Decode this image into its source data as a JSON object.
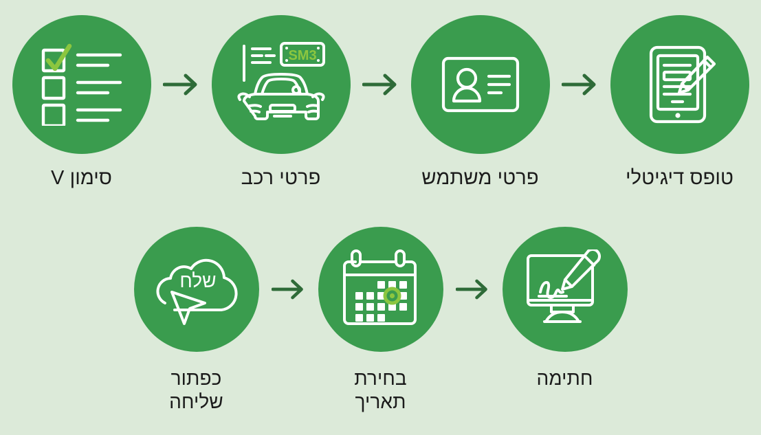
{
  "colors": {
    "background": "#dcead9",
    "circle_green": "#3a9c4e",
    "arrow_green": "#2e6b38",
    "icon_stroke": "#ffffff",
    "accent_lime": "#8cc63f",
    "label_text": "#1b1b1b"
  },
  "rows": [
    {
      "steps": [
        {
          "label": "טופס דיגיטלי",
          "icon": "digital-form-tablet-pencil-icon"
        },
        {
          "label": "פרטי משתמש",
          "icon": "id-card-user-icon"
        },
        {
          "label": "פרטי רכב",
          "icon": "car-license-plate-icon",
          "plate_text": "SM3"
        },
        {
          "label": "סימון V",
          "icon": "checklist-checkmark-icon"
        }
      ],
      "arrows": [
        "arrow-right-icon",
        "arrow-right-icon",
        "arrow-right-icon"
      ]
    },
    {
      "steps": [
        {
          "label": "חתימה",
          "icon": "signature-monitor-pencil-icon"
        },
        {
          "label": "בחירת\nתאריך",
          "icon": "calendar-date-picker-icon"
        },
        {
          "label": "כפתור\nשליחה",
          "icon": "cloud-upload-cursor-icon",
          "cloud_text": "שלח"
        }
      ],
      "arrows": [
        "arrow-right-icon",
        "arrow-right-icon"
      ]
    }
  ]
}
